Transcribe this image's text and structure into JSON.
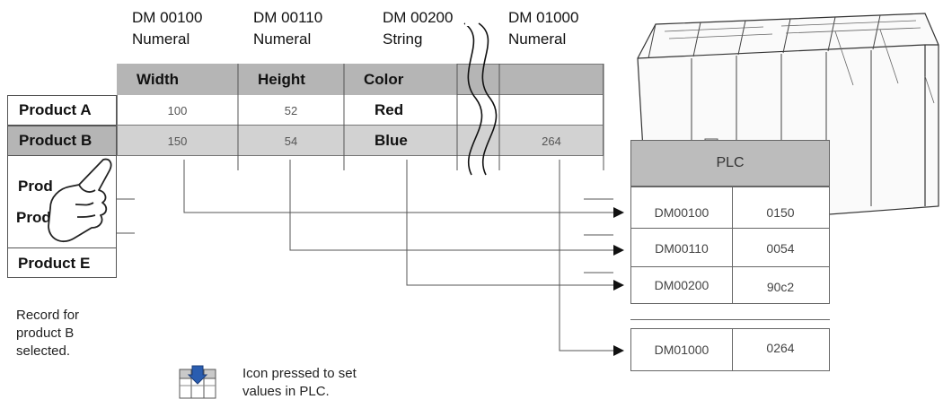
{
  "memory_headers": [
    {
      "address": "DM 00100",
      "type": "Numeral"
    },
    {
      "address": "DM 00110",
      "type": "Numeral"
    },
    {
      "address": "DM 00200",
      "type": "String"
    },
    {
      "address": "DM 01000",
      "type": "Numeral"
    }
  ],
  "columns": [
    "Width",
    "Height",
    "Color"
  ],
  "rows": [
    {
      "name": "Product A",
      "width": "100",
      "height": "52",
      "color": "Red",
      "extra": ""
    },
    {
      "name": "Product B",
      "width": "150",
      "height": "54",
      "color": "Blue",
      "extra": "264"
    },
    {
      "name": "Prod",
      "width": "",
      "height": "",
      "color": "",
      "extra": ""
    },
    {
      "name": "Prod",
      "width": "",
      "height": "",
      "color": "",
      "extra": ""
    },
    {
      "name": "Product E",
      "width": "",
      "height": "",
      "color": "",
      "extra": ""
    }
  ],
  "plc": {
    "title": "PLC",
    "entries": [
      {
        "address": "DM00100",
        "value": "0150"
      },
      {
        "address": "DM00110",
        "value": "0054"
      },
      {
        "address": "DM00200",
        "value": "90c2"
      },
      {
        "address": "DM01000",
        "value": "0264"
      }
    ]
  },
  "notes": {
    "record_selected": [
      "Record for",
      "product B",
      "selected."
    ],
    "icon_caption": [
      "Icon pressed to set",
      "values in PLC."
    ]
  },
  "icon_name": "set-values-icon"
}
